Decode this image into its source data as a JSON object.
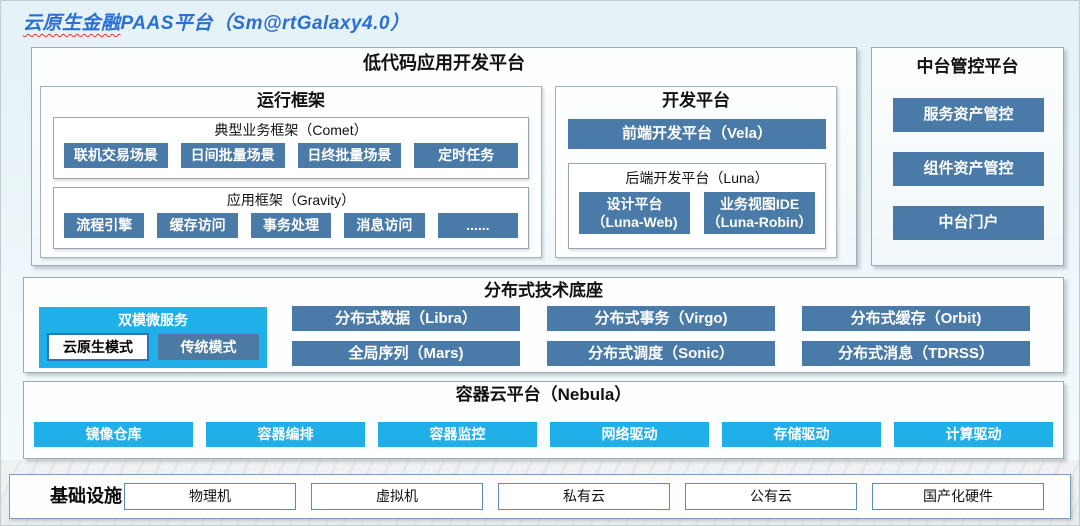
{
  "title": {
    "underlined": "云原生金融",
    "rest": "PAAS平台（Sm@rtGalaxy4.0）"
  },
  "colors": {
    "steel_blue": "#4a7aa8",
    "cyan": "#1fafe9",
    "title_blue": "#2a6fd3",
    "node_border_blue": "#5d89b8"
  },
  "lowcode": {
    "title": "低代码应用开发平台",
    "runtime": {
      "title": "运行框架",
      "comet": {
        "title": "典型业务框架（Comet）",
        "buttons": [
          "联机交易场景",
          "日间批量场景",
          "日终批量场景",
          "定时任务"
        ]
      },
      "gravity": {
        "title": "应用框架（Gravity）",
        "buttons": [
          "流程引擎",
          "缓存访问",
          "事务处理",
          "消息访问",
          "......"
        ]
      }
    },
    "dev": {
      "title": "开发平台",
      "frontend": "前端开发平台（Vela）",
      "backend": {
        "title": "后端开发平台（Luna）",
        "buttons": [
          {
            "line1": "设计平台",
            "line2": "（Luna-Web)"
          },
          {
            "line1": "业务视图IDE",
            "line2": "（Luna-Robin）"
          }
        ]
      }
    }
  },
  "midplatform": {
    "title": "中台管控平台",
    "buttons": [
      "服务资产管控",
      "组件资产管控",
      "中台门户"
    ]
  },
  "distributed": {
    "title": "分布式技术底座",
    "dual_mode": {
      "title": "双模微服务",
      "cloud_native": "云原生模式",
      "traditional": "传统模式"
    },
    "buttons": [
      "分布式数据（Libra）",
      "分布式事务（Virgo)",
      "分布式缓存（Orbit)",
      "全局序列（Mars)",
      "分布式调度（Sonic）",
      "分布式消息（TDRSS）"
    ]
  },
  "container_cloud": {
    "title": "容器云平台（Nebula）",
    "buttons": [
      "镜像仓库",
      "容器编排",
      "容器监控",
      "网络驱动",
      "存储驱动",
      "计算驱动"
    ]
  },
  "infrastructure": {
    "title": "基础设施",
    "items": [
      "物理机",
      "虚拟机",
      "私有云",
      "公有云",
      "国产化硬件"
    ]
  }
}
